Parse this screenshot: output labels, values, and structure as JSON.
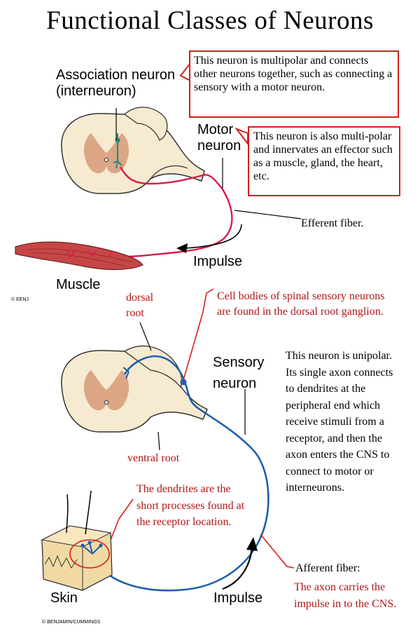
{
  "title": "Functional Classes of Neurons",
  "top": {
    "association_label": "Association neuron (interneuron)",
    "association_note": "This neuron is multipolar and connects other neurons together, such as connecting a sensory with a motor neuron.",
    "motor_label": "Motor neuron",
    "motor_note": "This neuron is also multi-polar and innervates an effector such as a muscle, gland, the heart, etc.",
    "efferent_label": "Efferent fiber.",
    "impulse_label": "Impulse",
    "muscle_label": "Muscle",
    "copyright": "© EENJ"
  },
  "bottom": {
    "dorsal_root_label": "dorsal root",
    "ganglion_note": "Cell bodies of spinal sensory neurons are found in the dorsal root ganglion.",
    "sensory_label": "Sensory neuron",
    "sensory_note": "This neuron is unipolar. Its single axon connects to dendrites at the peripheral end which receive stimuli from a receptor, and then the axon enters the CNS to connect to motor or interneurons.",
    "ventral_root_label": "ventral root",
    "dendrites_note": "The dendrites are the short processes found at the receptor location.",
    "afferent_label": "Afferent fiber:",
    "afferent_note": "The axon carries the impulse in to the CNS.",
    "skin_label": "Skin",
    "impulse_label": "Impulse",
    "copyright": "© BENJAMIN/CUMMINGS"
  },
  "colors": {
    "callout_border": "#d81c1c",
    "note_red": "#b01515",
    "motor_axon": "#d81c4a",
    "sensory_axon": "#1f5fae",
    "interneuron": "#2a8a7a",
    "cord_fill": "#f6ead0",
    "gray_matter": "#d79a78"
  }
}
